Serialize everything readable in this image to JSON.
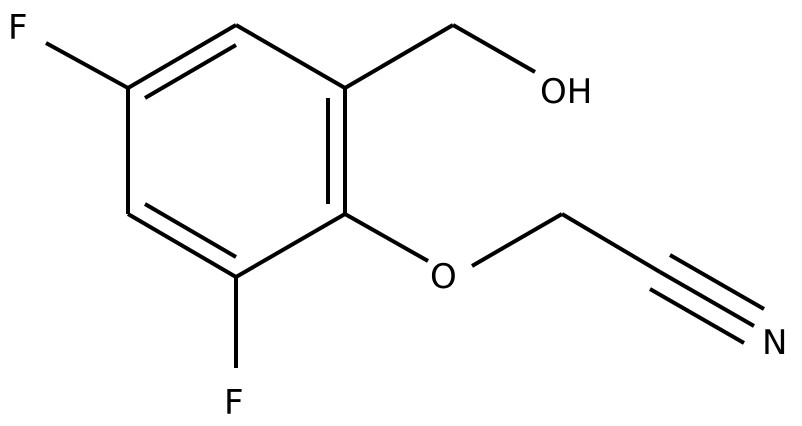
{
  "structure": {
    "atoms": {
      "F_top": "F",
      "OH": "OH",
      "O_ether": "O",
      "N": "N",
      "F_bottom": "F"
    }
  }
}
